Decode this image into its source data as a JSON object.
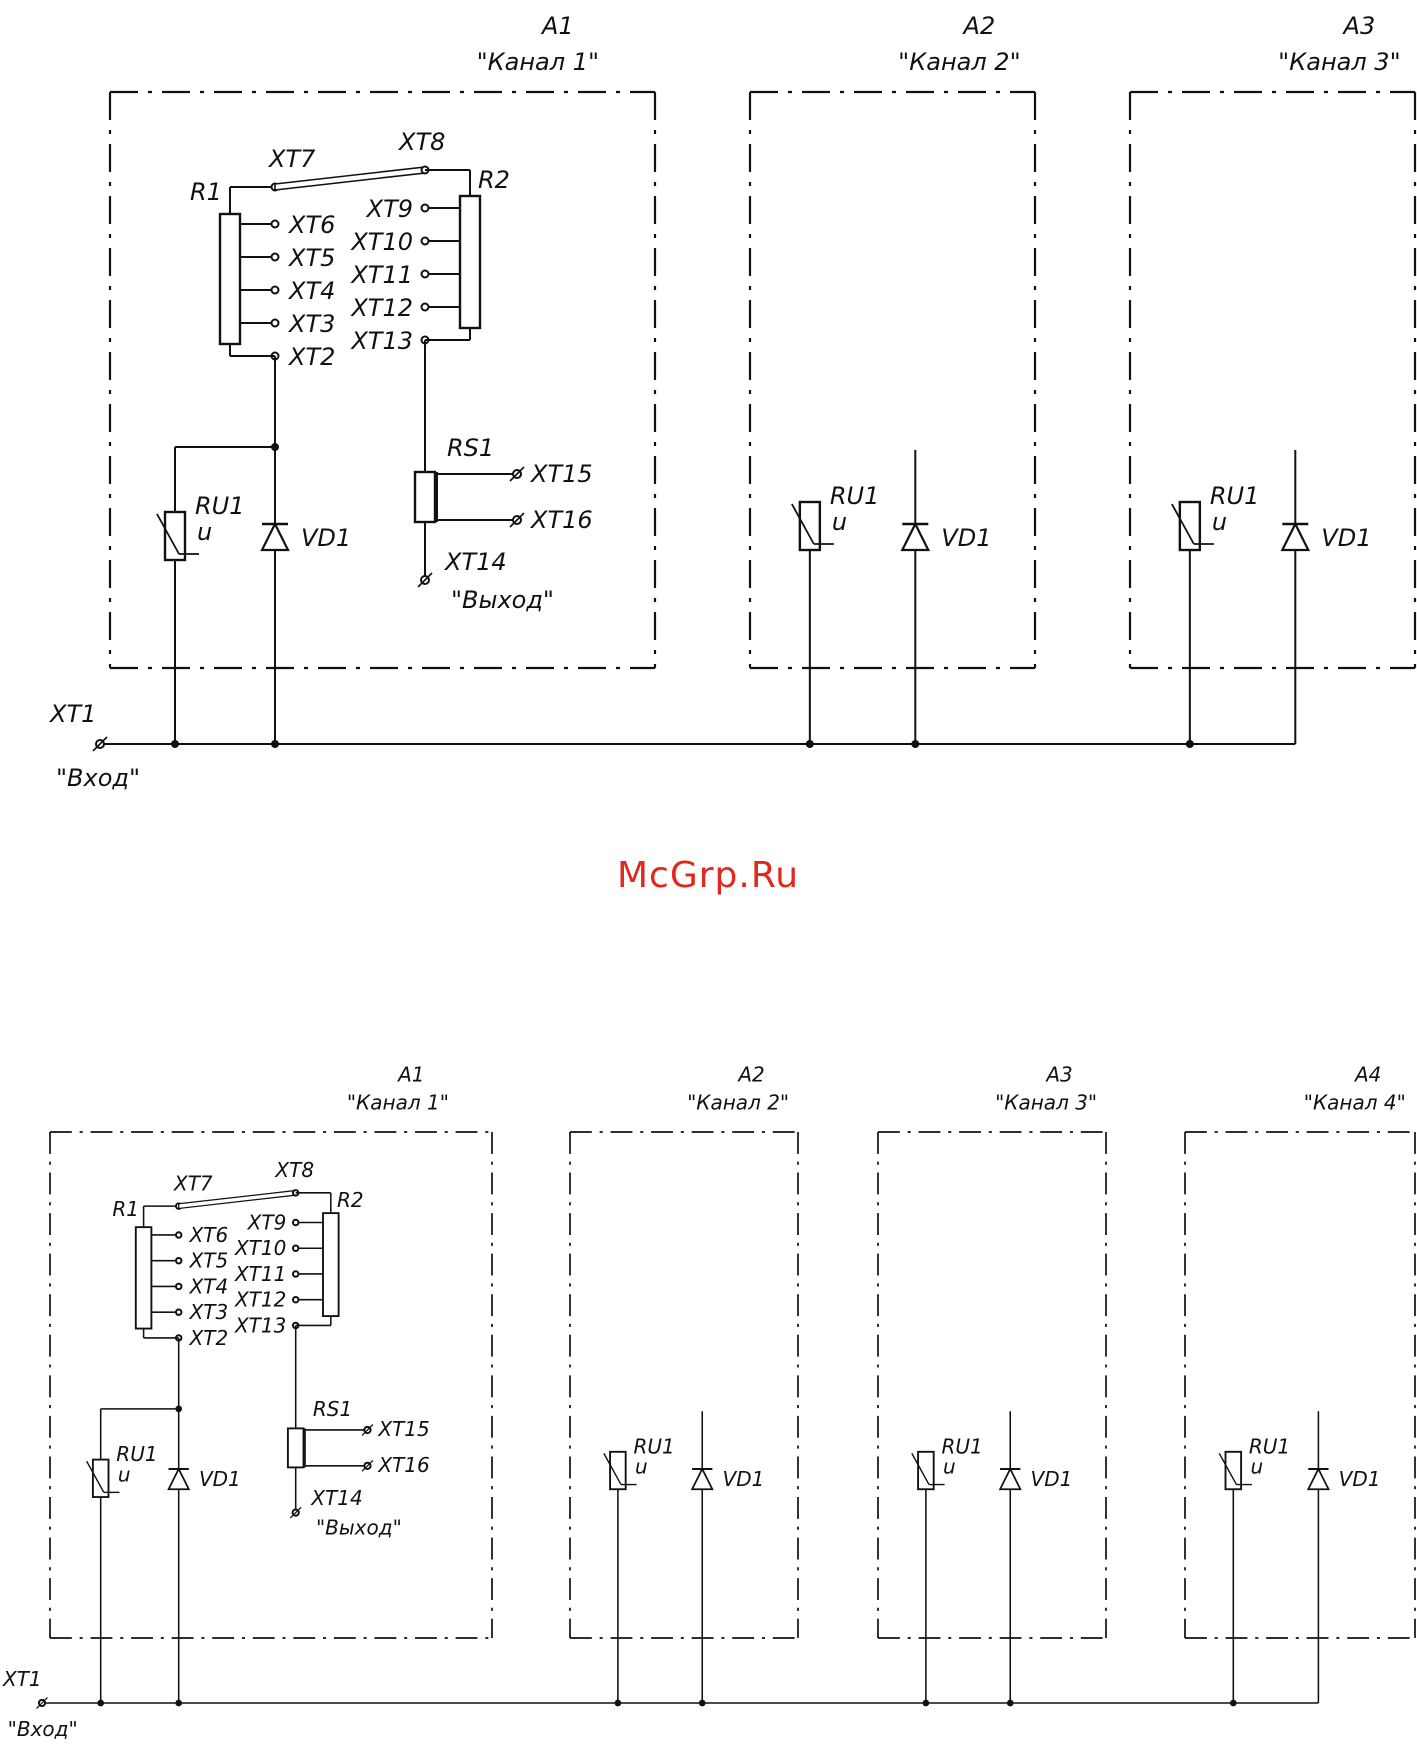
{
  "watermark": "McGrp.Ru",
  "colors": {
    "line": "#111111",
    "watermark": "#e0281e"
  },
  "input_terminal": {
    "ref": "XT1",
    "name": "\"Вход\""
  },
  "schemes": [
    {
      "channels": [
        {
          "ref": "A1",
          "name": "\"Канал  1\""
        },
        {
          "ref": "A2",
          "name": "\"Канал  2\""
        },
        {
          "ref": "A3",
          "name": "\"Канал  3\""
        }
      ]
    },
    {
      "channels": [
        {
          "ref": "A1",
          "name": "\"Канал  1\""
        },
        {
          "ref": "A2",
          "name": "\"Канал  2\""
        },
        {
          "ref": "A3",
          "name": "\"Канал  3\""
        },
        {
          "ref": "A4",
          "name": "\"Канал  4\""
        }
      ]
    }
  ],
  "components": {
    "r1": "R1",
    "r2": "R2",
    "rs1": "RS1",
    "varistor": "RU1",
    "varistor_mark": "u",
    "diode": "VD1",
    "r1_taps": [
      "XT6",
      "XT5",
      "XT4",
      "XT3",
      "XT2"
    ],
    "r2_taps": [
      "XT9",
      "XT10",
      "XT11",
      "XT12",
      "XT13"
    ],
    "jumper_left": "XT7",
    "jumper_right": "XT8",
    "out_a": "XT15",
    "out_b": "XT16",
    "out_common": "XT14",
    "output_name": "\"Выход\""
  }
}
